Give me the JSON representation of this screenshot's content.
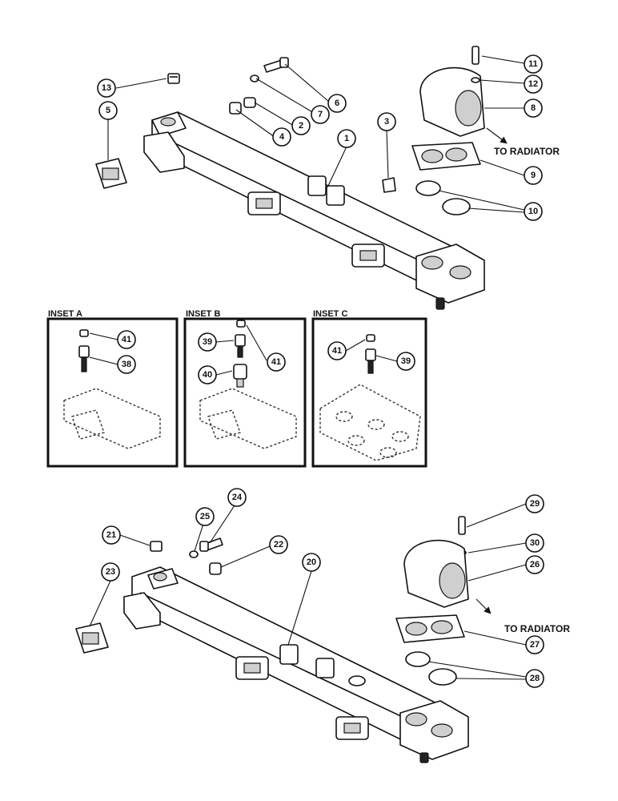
{
  "labels": {
    "to_radiator": "TO RADIATOR",
    "inset_a": "INSET A",
    "inset_b": "INSET B",
    "inset_c": "INSET C"
  },
  "callouts": {
    "c1": "1",
    "c2": "2",
    "c3": "3",
    "c4": "4",
    "c5": "5",
    "c6": "6",
    "c7": "7",
    "c8": "8",
    "c9": "9",
    "c10": "10",
    "c11": "11",
    "c12": "12",
    "c13": "13",
    "c20": "20",
    "c21": "21",
    "c22": "22",
    "c23": "23",
    "c24": "24",
    "c25": "25",
    "c26": "26",
    "c27": "27",
    "c28": "28",
    "c29": "29",
    "c30": "30",
    "ia41": "41",
    "ia38": "38",
    "ib39": "39",
    "ib41": "41",
    "ib40": "40",
    "ic41": "41",
    "ic39": "39"
  },
  "colors": {
    "ink": "#111111",
    "paper": "#ffffff"
  }
}
